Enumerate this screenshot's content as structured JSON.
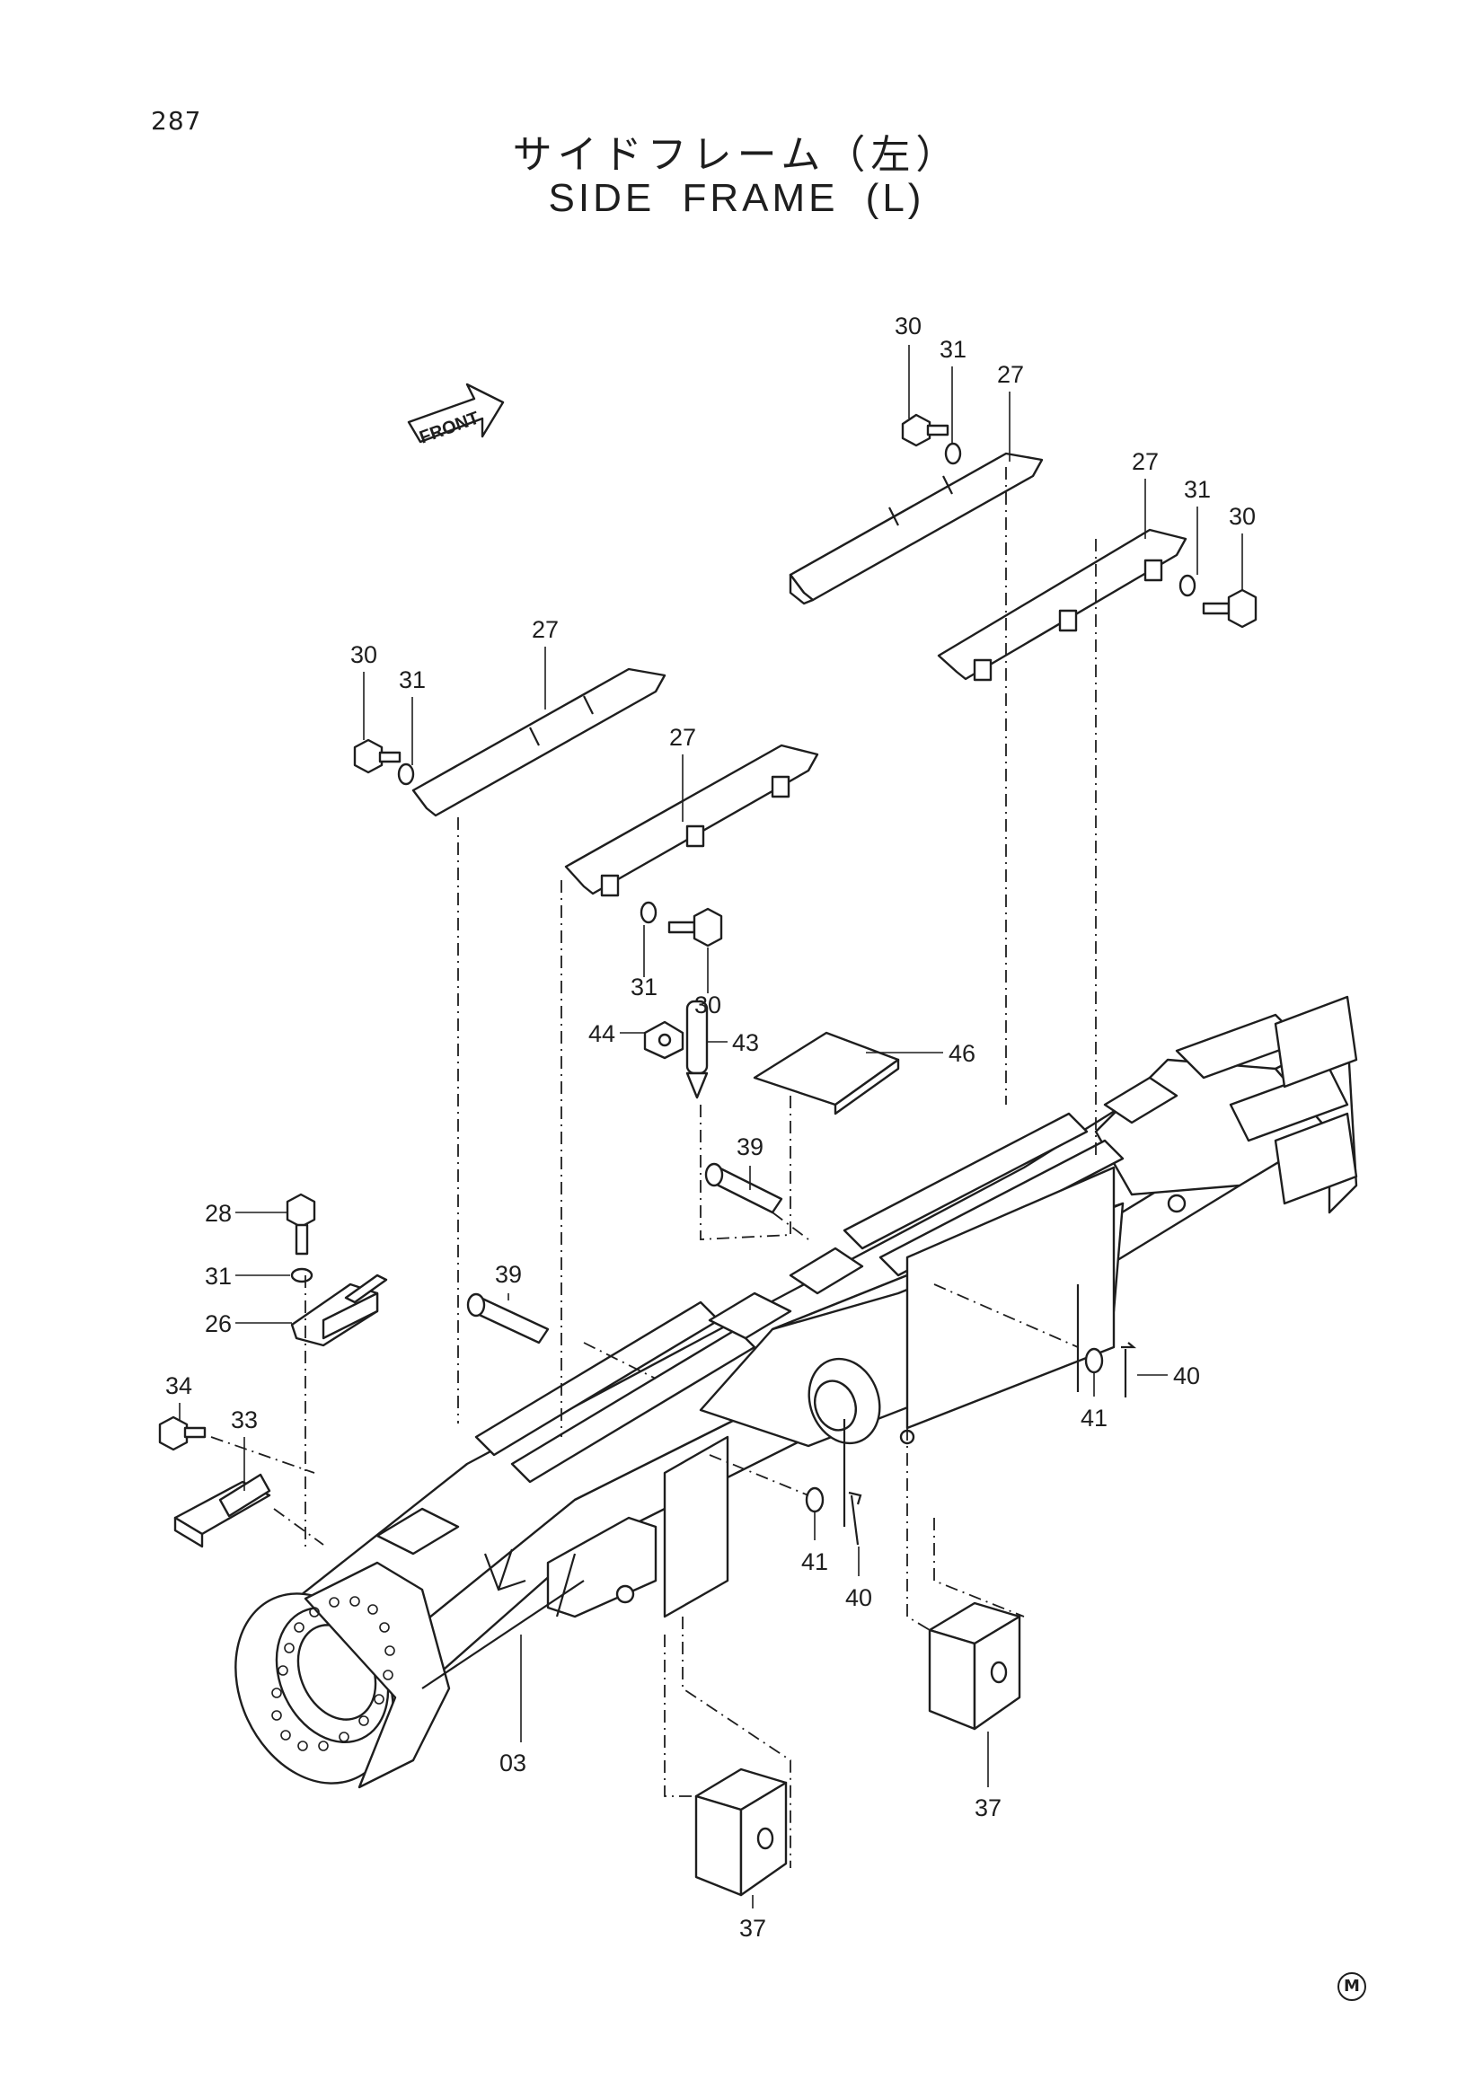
{
  "page": {
    "number": "287"
  },
  "title": {
    "japanese": "サイドフレーム（左）",
    "english": "SIDE FRAME (L)"
  },
  "front_arrow": {
    "label": "FRONT"
  },
  "corner_mark": "M",
  "callouts": {
    "c30_top": "30",
    "c31_top": "31",
    "c27_top": "27",
    "c27_right": "27",
    "c31_right": "31",
    "c30_right": "30",
    "c30_left": "30",
    "c31_left": "31",
    "c27_left": "27",
    "c27_mid": "27",
    "c31_mid": "31",
    "c30_mid": "30",
    "c44": "44",
    "c43": "43",
    "c46": "46",
    "c39_upper": "39",
    "c28": "28",
    "c31_low": "31",
    "c26": "26",
    "c39_lower": "39",
    "c34": "34",
    "c33": "33",
    "c40_right": "40",
    "c41_right": "41",
    "c41_mid": "41",
    "c40_mid": "40",
    "c03": "03",
    "c37_right": "37",
    "c37_bottom": "37"
  }
}
